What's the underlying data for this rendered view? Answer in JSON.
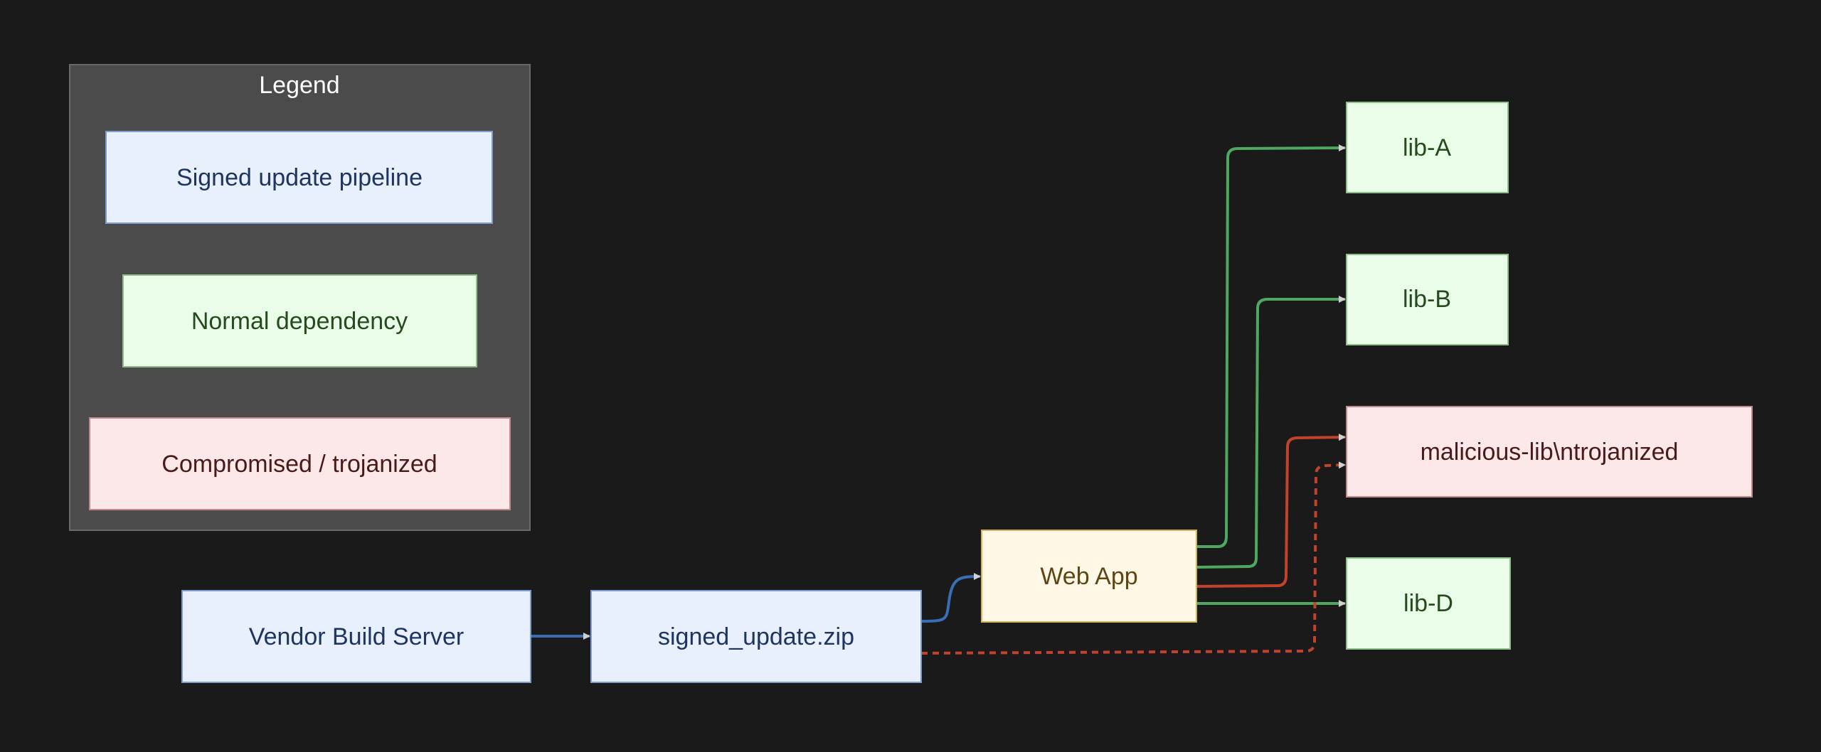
{
  "legend": {
    "title": "Legend",
    "items": [
      {
        "label": "Signed update pipeline",
        "kind": "pipeline"
      },
      {
        "label": "Normal dependency",
        "kind": "normal"
      },
      {
        "label": "Compromised / trojanized",
        "kind": "compromised"
      }
    ]
  },
  "nodes": {
    "vendor": "Vendor Build Server",
    "signed_update": "signed_update.zip",
    "web_app": "Web App",
    "lib_a": "lib-A",
    "lib_b": "lib-B",
    "malicious": "malicious-lib\\ntrojanized",
    "lib_d": "lib-D"
  },
  "colors": {
    "background": "#1a1a1a",
    "legend_bg": "#4a4b4a",
    "pipeline_fill": "#e8effd",
    "pipeline_stroke": "#7f9bd3",
    "pipeline_text": "#1e3560",
    "normal_fill": "#eafde8",
    "normal_stroke": "#8fc08a",
    "normal_text": "#244a1e",
    "compromised_fill": "#fce8e8",
    "compromised_stroke": "#c08a8a",
    "compromised_text": "#4a1a1a",
    "app_fill": "#fff8e6",
    "app_stroke": "#d4b25a",
    "app_text": "#5e4514",
    "edge_blue": "#3a6db5",
    "edge_green": "#4fa862",
    "edge_red": "#c0432a"
  }
}
